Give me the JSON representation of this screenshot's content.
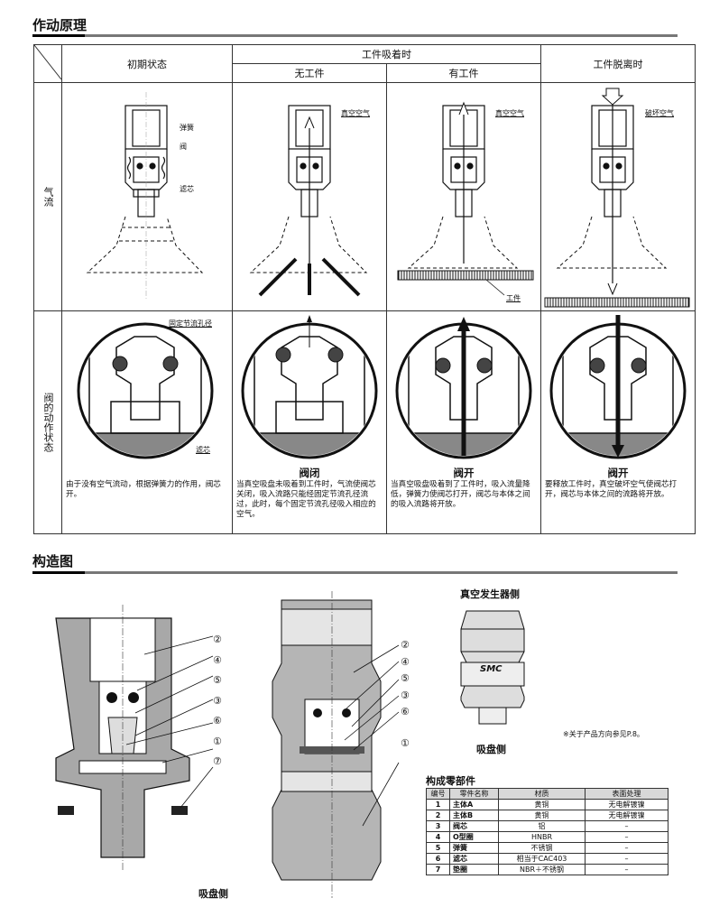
{
  "sections": {
    "principle_title": "作动原理",
    "structure_title": "构造图"
  },
  "table": {
    "header_initial": "初期状态",
    "header_adsorb": "工件吸着时",
    "header_no_work": "无工件",
    "header_with_work": "有工件",
    "header_release": "工件脱离时",
    "row_airflow": "气流",
    "row_valve": "阀的动作状态"
  },
  "airflow_labels": {
    "spring": "弹簧",
    "valve": "阀",
    "filter": "滤芯",
    "vacuum_air_1": "真空空气",
    "vacuum_air_2": "真空空气",
    "workpiece": "工件",
    "break_air": "破坏空气"
  },
  "valve_labels": {
    "fixed_orifice": "固定节流孔径",
    "filter": "滤芯"
  },
  "states": {
    "closed": "阀闭",
    "open_1": "阀开",
    "open_2": "阀开"
  },
  "captions": {
    "initial": "由于没有空气流动，根据弹簧力的作用，阀芯开。",
    "no_work": "当真空吸盘未吸着到工件时，气流使阀芯关闭，吸入流路只能经固定节流孔径流过，此时，每个固定节流孔径吸入相应的空气。",
    "with_work": "当真空吸盘吸着到了工件时，吸入流量降低，弹簧力使阀芯打开，阀芯与本体之间的吸入流路将开放。",
    "release": "要释放工件时，真空破坏空气使阀芯打开，阀芯与本体之间的流路将开放。"
  },
  "structure": {
    "callouts_left": [
      "②",
      "④",
      "⑤",
      "③",
      "⑥",
      "①",
      "⑦"
    ],
    "callouts_mid": [
      "②",
      "④",
      "⑤",
      "③",
      "⑥",
      "①"
    ],
    "pad_side": "吸盘侧",
    "vacuum_side": "真空发生器侧",
    "pad_side_2": "吸盘侧",
    "brand": "SMC",
    "note": "※关于产品方向参见P.8。"
  },
  "parts": {
    "title": "构成零部件",
    "headers": [
      "编号",
      "零件名称",
      "材质",
      "表面处理"
    ],
    "rows": [
      {
        "no": "1",
        "name": "主体A",
        "material": "黄铜",
        "finish": "无电解镀镍"
      },
      {
        "no": "2",
        "name": "主体B",
        "material": "黄铜",
        "finish": "无电解镀镍"
      },
      {
        "no": "3",
        "name": "阀芯",
        "material": "铝",
        "finish": "–"
      },
      {
        "no": "4",
        "name": "O型圈",
        "material": "HNBR",
        "finish": "–"
      },
      {
        "no": "5",
        "name": "弹簧",
        "material": "不锈钢",
        "finish": "–"
      },
      {
        "no": "6",
        "name": "滤芯",
        "material": "相当于CAC403",
        "finish": "–"
      },
      {
        "no": "7",
        "name": "垫圈",
        "material": "NBR＋不锈钢",
        "finish": "–"
      }
    ]
  }
}
